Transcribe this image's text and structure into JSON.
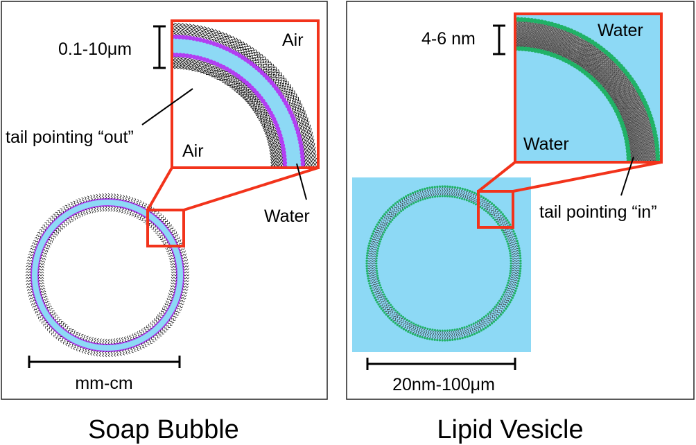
{
  "soap": {
    "thickness_label": "0.1-10μm",
    "air_top_label": "Air",
    "air_bottom_label": "Air",
    "tail_label": "tail pointing “out”",
    "water_label": "Water",
    "scale_label": "mm-cm",
    "caption": "Soap Bubble"
  },
  "vesicle": {
    "thickness_label": "4-6 nm",
    "water_top_label": "Water",
    "water_bottom_label": "Water",
    "tail_label": "tail pointing “in”",
    "scale_label": "20nm-100μm",
    "caption": "Lipid Vesicle"
  },
  "colors": {
    "water": "#8dd9f5",
    "soap_head": "#b23ef2",
    "lipid_head": "#20b266",
    "highlight": "#f2331b",
    "tail": "#111111"
  }
}
